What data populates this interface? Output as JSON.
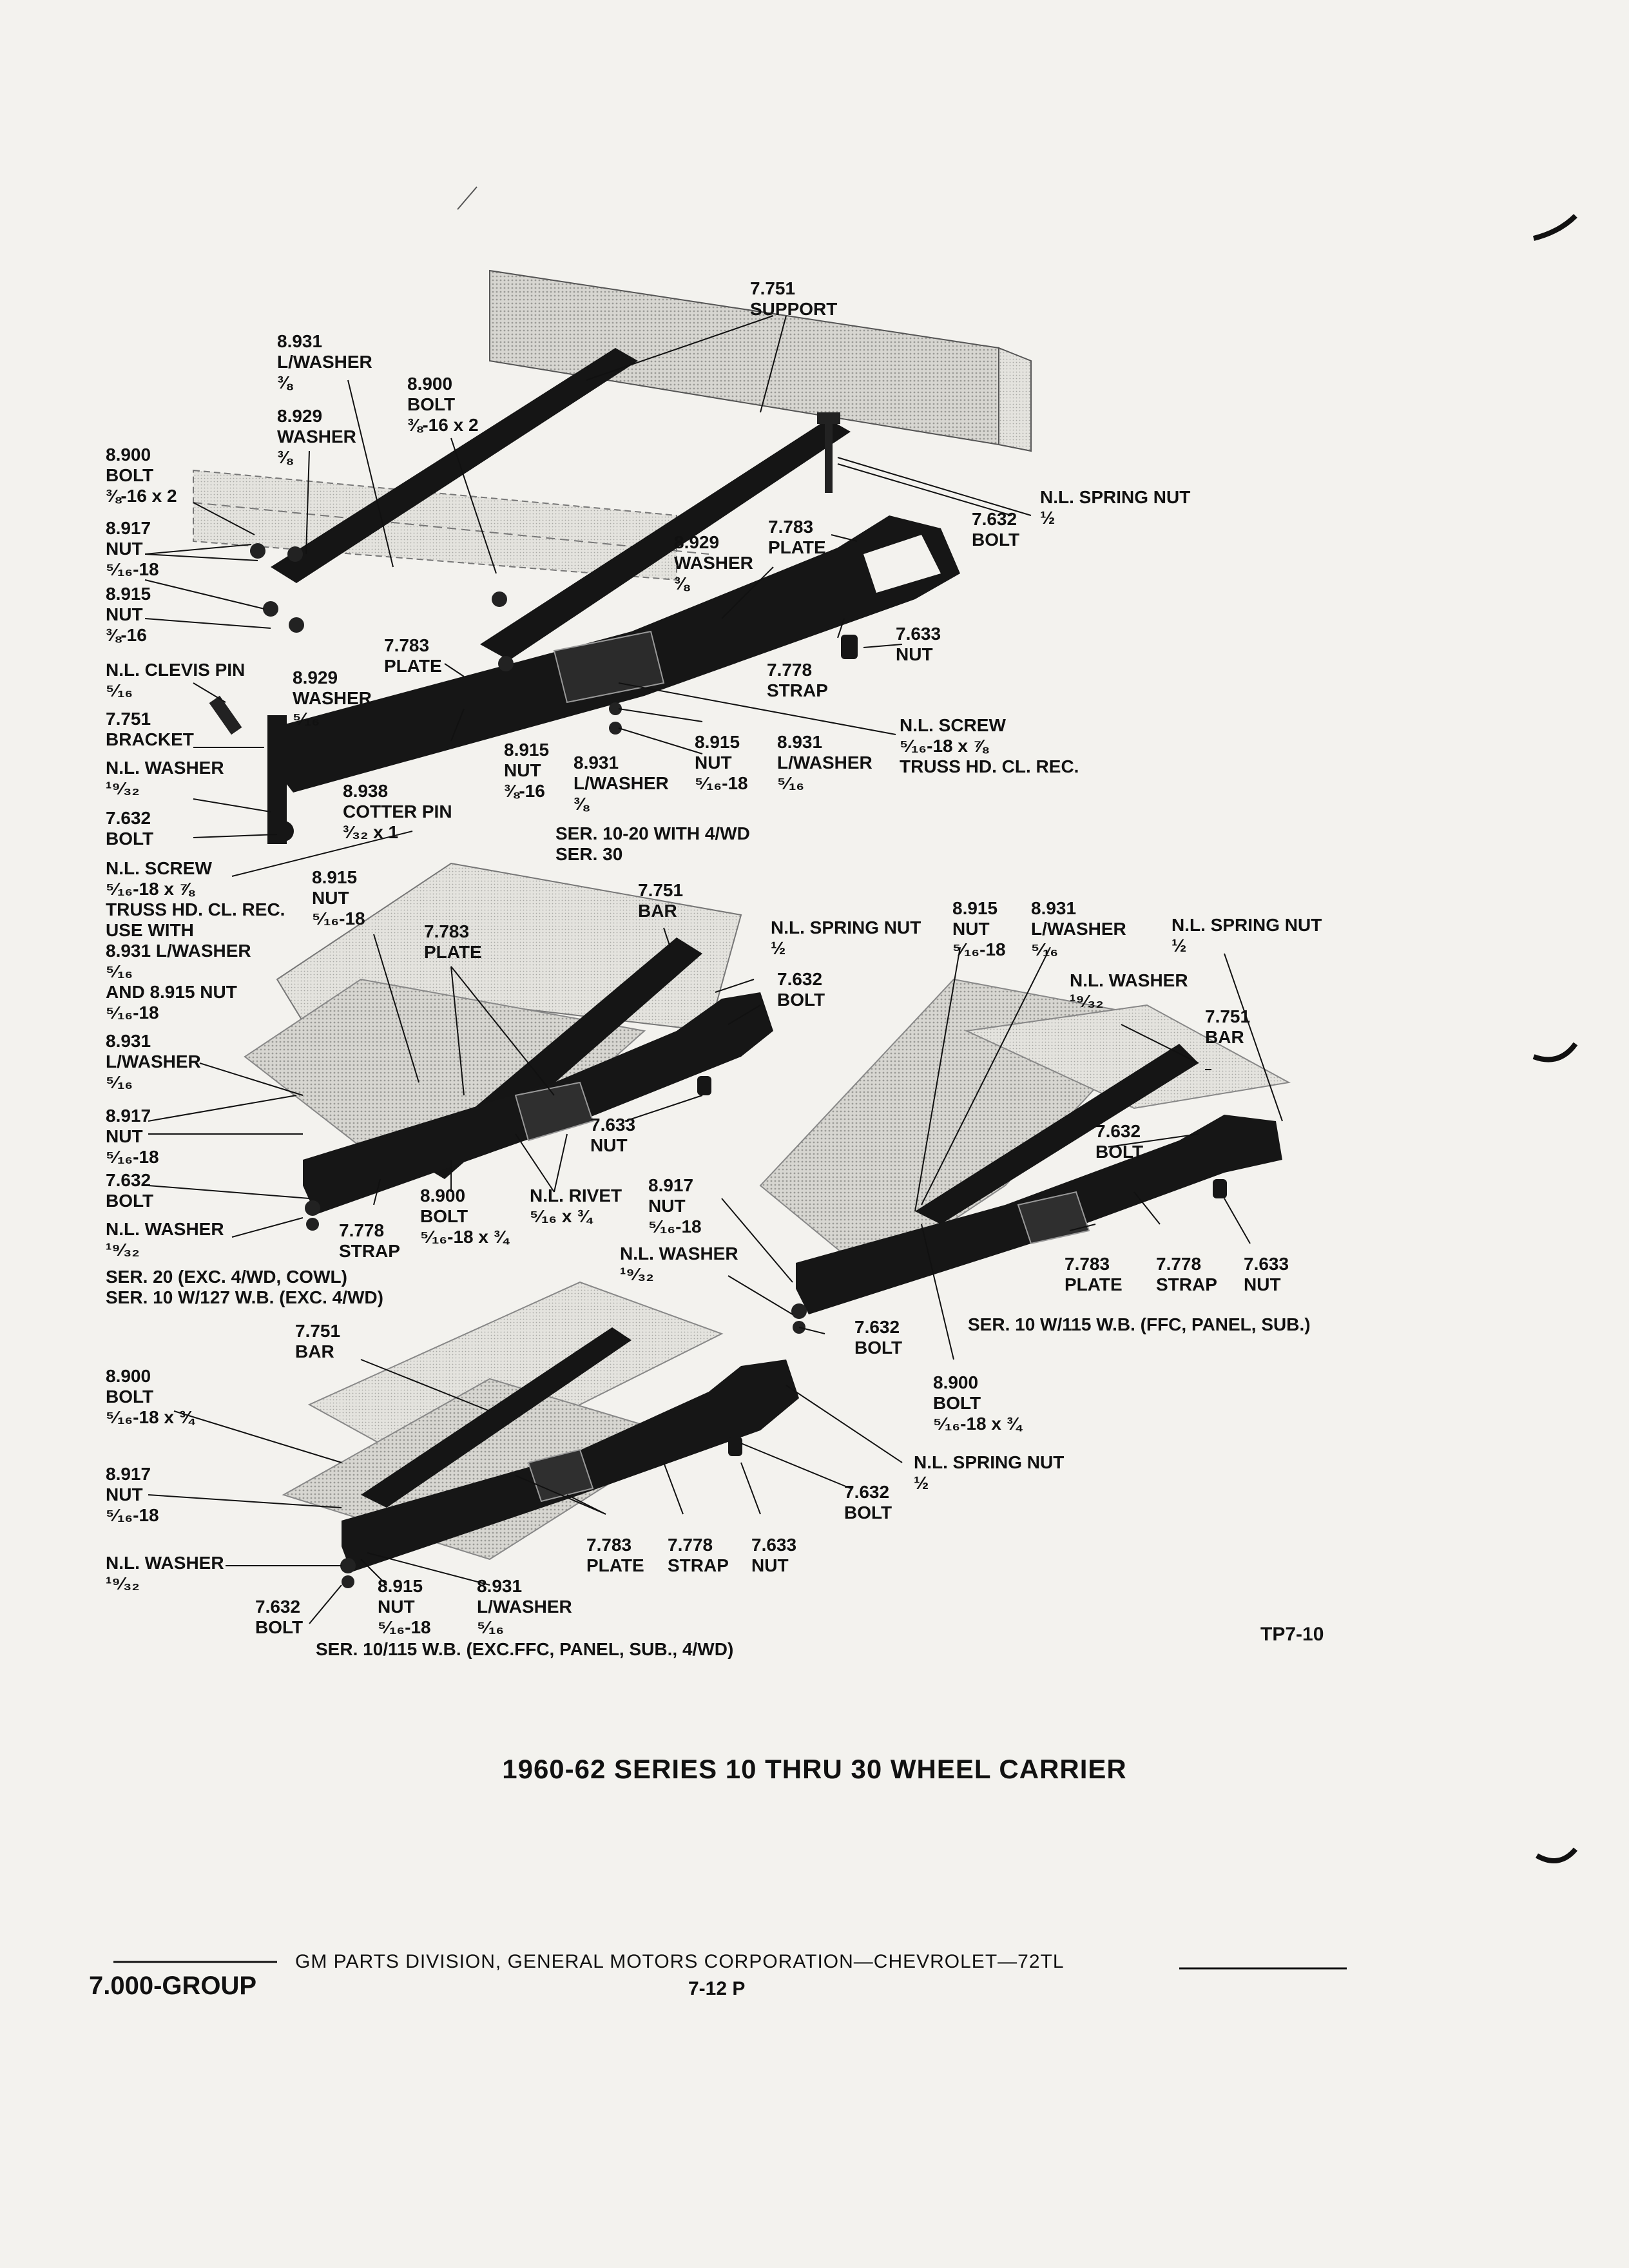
{
  "page": {
    "title": "1960-62 SERIES 10 THRU 30 WHEEL CARRIER",
    "figure_ref": "TP7-10",
    "footer_text": "GM PARTS DIVISION, GENERAL MOTORS CORPORATION—CHEVROLET—72TL",
    "footer_page": "7-12 P",
    "group_label": "7.000-GROUP"
  },
  "captions": {
    "d1": [
      "SER. 10-20 WITH 4/WD",
      "SER. 30"
    ],
    "d2": [
      "SER. 20 (EXC. 4/WD, COWL)",
      "SER. 10 W/127 W.B. (EXC. 4/WD)"
    ],
    "d3": [
      "SER. 10 W/115 W.B. (FFC, PANEL, SUB.)"
    ],
    "d4": [
      "SER. 10/115 W.B. (EXC.FFC, PANEL, SUB., 4/WD)"
    ]
  },
  "callouts": {
    "d1": [
      [
        "7.751",
        "SUPPORT"
      ],
      [
        "8.931",
        "L/WASHER",
        "⅜"
      ],
      [
        "8.900",
        "BOLT",
        "⅜-16 x 2"
      ],
      [
        "8.929",
        "WASHER",
        "⅜"
      ],
      [
        "8.900",
        "BOLT",
        "⅜-16 x 2"
      ],
      [
        "8.917",
        "NUT",
        "⁵⁄₁₆-18"
      ],
      [
        "8.915",
        "NUT",
        "⅜-16"
      ],
      [
        "N.L. CLEVIS PIN",
        "⁵⁄₁₆"
      ],
      [
        "7.751",
        "BRACKET"
      ],
      [
        "N.L. WASHER",
        "¹⁹⁄₃₂"
      ],
      [
        "7.632",
        "BOLT"
      ],
      [
        "8.929",
        "WASHER",
        "⁵⁄₁₆"
      ],
      [
        "7.783",
        "PLATE"
      ],
      [
        "8.938",
        "COTTER PIN",
        "³⁄₃₂ x 1"
      ],
      [
        "8.915",
        "NUT",
        "⅜-16"
      ],
      [
        "8.931",
        "L/WASHER",
        "⅜"
      ],
      [
        "8.915",
        "NUT",
        "⁵⁄₁₆-18"
      ],
      [
        "8.931",
        "L/WASHER",
        "⁵⁄₁₆"
      ],
      [
        "8.929",
        "WASHER",
        "⅜"
      ],
      [
        "7.783",
        "PLATE"
      ],
      [
        "7.778",
        "STRAP"
      ],
      [
        "N.L. SPRING NUT",
        "½"
      ],
      [
        "7.632",
        "BOLT"
      ],
      [
        "7.633",
        "NUT"
      ],
      [
        "N.L. SCREW",
        "⁵⁄₁₆-18 x ⅞",
        "TRUSS HD. CL. REC."
      ]
    ],
    "d2": [
      [
        "N.L. SCREW",
        "⁵⁄₁₆-18 x ⅞",
        "TRUSS HD. CL. REC.",
        "USE WITH",
        "8.931 L/WASHER",
        "⁵⁄₁₆",
        "AND 8.915 NUT",
        "⁵⁄₁₆-18"
      ],
      [
        "8.915",
        "NUT",
        "⁵⁄₁₆-18"
      ],
      [
        "7.783",
        "PLATE"
      ],
      [
        "7.751",
        "BAR"
      ],
      [
        "N.L. SPRING NUT",
        "½"
      ],
      [
        "7.632",
        "BOLT"
      ],
      [
        "8.931",
        "L/WASHER",
        "⁵⁄₁₆"
      ],
      [
        "8.917",
        "NUT",
        "⁵⁄₁₆-18"
      ],
      [
        "7.632",
        "BOLT"
      ],
      [
        "N.L. WASHER",
        "¹⁹⁄₃₂"
      ],
      [
        "7.778",
        "STRAP"
      ],
      [
        "8.900",
        "BOLT",
        "⁵⁄₁₆-18 x ¾"
      ],
      [
        "N.L. RIVET",
        "⁵⁄₁₆ x ¾"
      ],
      [
        "7.633",
        "NUT"
      ]
    ],
    "d3": [
      [
        "8.915",
        "NUT",
        "⁵⁄₁₆-18"
      ],
      [
        "8.931",
        "L/WASHER",
        "⁵⁄₁₆"
      ],
      [
        "N.L. SPRING NUT",
        "½"
      ],
      [
        "N.L. WASHER",
        "¹⁹⁄₃₂"
      ],
      [
        "7.751",
        "BAR"
      ],
      [
        "7.632",
        "BOLT"
      ],
      [
        "8.917",
        "NUT",
        "⁵⁄₁₆-18"
      ],
      [
        "N.L. WASHER",
        "¹⁹⁄₃₂"
      ],
      [
        "7.632",
        "BOLT"
      ],
      [
        "7.783",
        "PLATE"
      ],
      [
        "7.778",
        "STRAP"
      ],
      [
        "7.633",
        "NUT"
      ],
      [
        "8.900",
        "BOLT",
        "⁵⁄₁₆-18 x ¾"
      ]
    ],
    "d4": [
      [
        "7.751",
        "BAR"
      ],
      [
        "8.900",
        "BOLT",
        "⁵⁄₁₆-18 x ¾"
      ],
      [
        "8.917",
        "NUT",
        "⁵⁄₁₆-18"
      ],
      [
        "N.L. WASHER",
        "¹⁹⁄₃₂"
      ],
      [
        "7.632",
        "BOLT"
      ],
      [
        "8.915",
        "NUT",
        "⁵⁄₁₆-18"
      ],
      [
        "8.931",
        "L/WASHER",
        "⁵⁄₁₆"
      ],
      [
        "7.783",
        "PLATE"
      ],
      [
        "7.778",
        "STRAP"
      ],
      [
        "7.633",
        "NUT"
      ],
      [
        "7.632",
        "BOLT",
        "½"
      ],
      [
        "N.L. SPRING NUT"
      ]
    ]
  },
  "colors": {
    "ink": "#111111",
    "paper": "#f3f2ee",
    "halftone": "#b8b8b4"
  }
}
